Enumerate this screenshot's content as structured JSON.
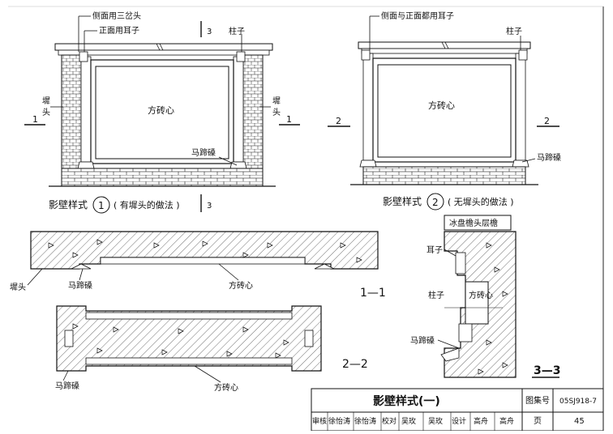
{
  "elevation1": {
    "callout_side": "侧面用三岔头",
    "callout_front": "正面用耳子",
    "section_mark": "3",
    "label_post": "柱子",
    "label_chuangtou_left": "墀\n头",
    "label_chuangtou_right": "墀\n头",
    "label_center": "方砖心",
    "label_matiji": "马蹄磉",
    "cut_left": "1",
    "cut_right": "1",
    "caption_title": "影壁样式",
    "caption_number": "1",
    "caption_note": "( 有墀头的做法 )",
    "caption_section": "3"
  },
  "elevation2": {
    "callout_side_front": "侧面与正面都用耳子",
    "label_post": "柱子",
    "label_center": "方砖心",
    "label_matiji": "马蹄磉",
    "cut_left": "2",
    "cut_right": "2",
    "caption_title": "影壁样式",
    "caption_number": "2",
    "caption_note": "( 无墀头的做法 )"
  },
  "section11": {
    "label_chuangtou": "墀头",
    "label_matiji": "马蹄磉",
    "label_center": "方砖心",
    "title": "1—1"
  },
  "section22": {
    "label_matiji": "马蹄磉",
    "label_center": "方砖心",
    "title": "2—2"
  },
  "section33": {
    "label_eave": "冰盘檐头层檐",
    "label_erzi": "耳子",
    "label_post": "柱子",
    "label_center": "方砖心",
    "label_matiji": "马蹄磉",
    "title": "3—3"
  },
  "title_block": {
    "title": "影壁样式(一)",
    "atlas_label": "图集号",
    "atlas_no": "05SJ918-7",
    "review_label": "审核",
    "reviewer": "徐怡涛",
    "reviewer_sig": "徐怡涛",
    "check_label": "校对",
    "checker": "吴玫",
    "checker_sig": "吴玫",
    "design_label": "设计",
    "designer": "高舟",
    "designer_sig": "高舟",
    "page_label": "页",
    "page_no": "45"
  }
}
